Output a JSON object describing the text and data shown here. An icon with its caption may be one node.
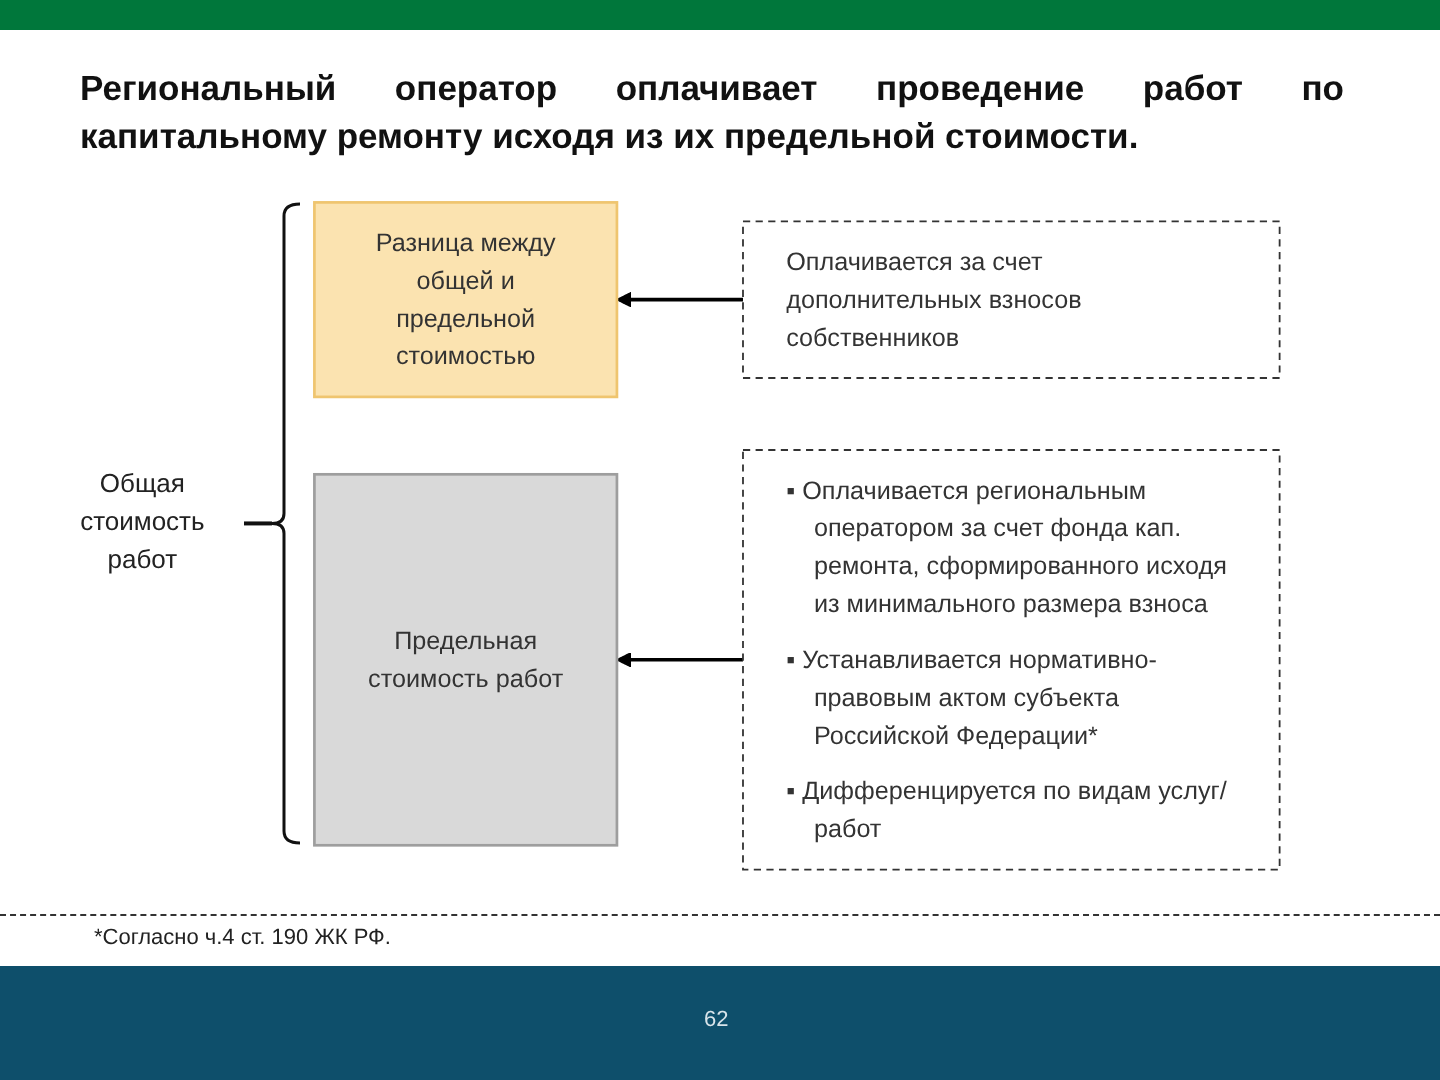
{
  "diagram": {
    "title": "Региональный оператор оплачивает проведение работ по капитальному ремонту исходя из их предельной стоимости.",
    "caption": "*Согласно ч.4 ст. 190 ЖК РФ.",
    "nodes": [
      {
        "text": [
          "Разница между общей и предельной стоимостью"
        ]
      },
      {
        "text": [
          "Оплачивается за счет дополнительных взносов собственников"
        ]
      },
      {
        "text": [
          "Предельная стоимость работ"
        ]
      },
      {
        "text": [
          "▪ Оплачивается региональным оператором за счет фонда кап. ремонта, сформированного исходя из минимального размера взноса",
          "▪ Устанавливается нормативно-правовым актом субъекта Российской Федерации*",
          "▪ Дифференцируется по видам услуг/работ"
        ]
      }
    ],
    "edges": [
      {
        "from": 1,
        "to": 0,
        "arrow": "to"
      },
      {
        "from": 3,
        "to": 2,
        "arrow": "to"
      }
    ],
    "labels": [
      "Общая стоимость работ",
      "62"
    ]
  }
}
